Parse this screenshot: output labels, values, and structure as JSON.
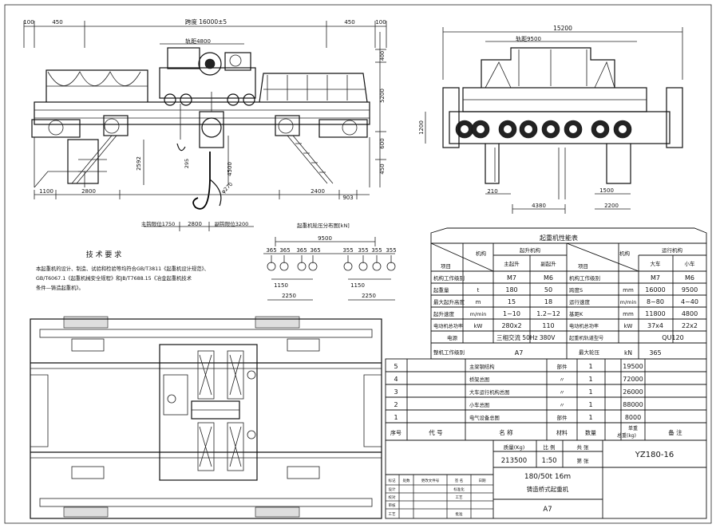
{
  "top_dims": {
    "d100_left": "100",
    "d450_left": "450",
    "span": "跨度 16000±5",
    "d450_right": "450",
    "d100_right": "100",
    "trolley_gauge": "轨距4800",
    "v400": "400",
    "v5200": "5200",
    "v600": "600",
    "v450": "450",
    "d2592": "2592",
    "d4500": "4500",
    "d295": "295",
    "d270": "φ270",
    "d1100": "1100",
    "d2800": "2800",
    "d2400": "2400",
    "d903": "903",
    "hook_main": "主钩限位1750",
    "d2800b": "2800",
    "hook_aux": "副钩限位3200"
  },
  "side_dims": {
    "d15200": "15200",
    "d9500": "轨距9500",
    "d1200": "1200",
    "d210": "210",
    "d1500": "1500",
    "d4380": "4380",
    "d2200": "2200"
  },
  "wheel_diagram": {
    "title": "起重机轮压分布图[kN]",
    "labels": [
      "365",
      "365",
      "365",
      "365",
      "355",
      "355",
      "355",
      "355"
    ],
    "d9500": "9500",
    "d1150": "1150",
    "d2250": "2250",
    "d1150b": "1150",
    "d2250b": "2250"
  },
  "tech": {
    "title": "技 术 要 求",
    "lines": [
      "本起重机的设计、制造、试验和检验等均符合GB/T3811《起重机设计规范》、",
      "GB/T6067.1《起重机械安全规程》和JB/T7688.15《冶金起重机技术",
      "条件—铸造起重机》。"
    ]
  },
  "perf": {
    "title": "起重机性能表",
    "hdr_mech": "机构",
    "hdr_item": "项目",
    "hoist_group": "起升机构",
    "main_hoist": "主起升",
    "aux_hoist": "副起升",
    "travel_group": "运行机构",
    "crane": "大车",
    "trolley": "小车",
    "hdr_mech2": "机构",
    "hdr_item2": "项目",
    "rows": [
      {
        "l": "机构工作级别",
        "u": "",
        "a": "M7",
        "b": "M6",
        "l2": "机构工作级别",
        "u2": "",
        "c": "M7",
        "d": "M6"
      },
      {
        "l": "起重量",
        "u": "t",
        "a": "180",
        "b": "50",
        "l2": "跨度S",
        "u2": "mm",
        "c": "16000",
        "d": "9500"
      },
      {
        "l": "最大起升高度",
        "u": "m",
        "a": "15",
        "b": "18",
        "l2": "运行速度",
        "u2": "m/min",
        "c": "8~80",
        "d": "4~40"
      },
      {
        "l": "起升速度",
        "u": "m/min",
        "a": "1~10",
        "b": "1.2~12",
        "l2": "基距K",
        "u2": "mm",
        "c": "11800",
        "d": "4800"
      },
      {
        "l": "电动机总功率",
        "u": "kW",
        "a": "280x2",
        "b": "110",
        "l2": "电动机总功率",
        "u2": "kW",
        "c": "37x4",
        "d": "22x2"
      }
    ],
    "power_label": "电源",
    "power_val": "三相交流 50Hz 380V",
    "rail_label": "起重机轨道型号",
    "rail_val": "QU120",
    "class_label": "整机工作级别",
    "class_val": "A7",
    "wheel_label": "最大轮压",
    "wheel_unit": "kN",
    "wheel_val": "365"
  },
  "parts": {
    "rows": [
      {
        "no": "5",
        "code": "",
        "name": "主梁钢结构",
        "mat": "部件",
        "qty": "1",
        "wt": "19500"
      },
      {
        "no": "4",
        "code": "",
        "name": "桥架总图",
        "mat": "〃",
        "qty": "1",
        "wt": "72000"
      },
      {
        "no": "3",
        "code": "",
        "name": "大车运行机构总图",
        "mat": "〃",
        "qty": "1",
        "wt": "26000"
      },
      {
        "no": "2",
        "code": "",
        "name": "小车总图",
        "mat": "〃",
        "qty": "1",
        "wt": "88000"
      },
      {
        "no": "1",
        "code": "",
        "name": "电气设备总图",
        "mat": "部件",
        "qty": "1",
        "wt": "8000"
      }
    ],
    "h_no": "序号",
    "h_code": "代 号",
    "h_name": "名 称",
    "h_mat": "材料",
    "h_qty": "数量",
    "h_wt1": "单重",
    "h_wt2": "总重(kg)",
    "h_note": "备 注"
  },
  "title_block": {
    "weight_label": "质量(Kg)",
    "scale_label": "比 例",
    "drawing_no": "YZ180-16",
    "weight": "213500",
    "scale": "1:50",
    "sheets": "共 张",
    "sheet": "第 张",
    "product": "180/50t 16m",
    "product_name": "铸造桥式起重机",
    "class": "A7",
    "sig_rows": [
      [
        "标记",
        "处数",
        "更改文件号",
        "签 名",
        "日期"
      ],
      [
        "设计",
        "",
        "",
        "标准化",
        ""
      ],
      [
        "校对",
        "",
        "",
        "工艺",
        ""
      ],
      [
        "审核",
        "",
        "",
        "",
        ""
      ],
      [
        "工艺",
        "",
        "",
        "批准",
        ""
      ]
    ]
  }
}
